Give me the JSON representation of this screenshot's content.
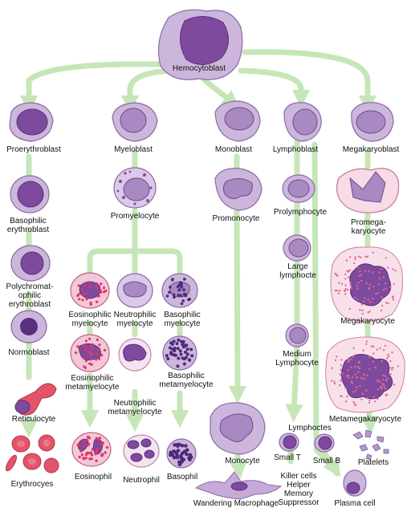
{
  "colors": {
    "arrow": "#c6e6b8",
    "cell_light": "#cdb6dc",
    "cell_edge": "#8a6aa6",
    "nucleus": "#7d4a9e",
    "nucleus_edge": "#5a2f7c",
    "nucleus_pale": "#a989c2",
    "eosin_granule": "#e2356b",
    "baso_granule": "#4c2a7a",
    "erythrocyte": "#e2546a",
    "megakaryocyte_granule": "#e36b92"
  },
  "labels": {
    "hemocytoblast": "Hemocytoblast",
    "proerythroblast": "Proerythroblast",
    "myeloblast": "Myeloblast",
    "monoblast": "Monoblast",
    "lymphoblast": "Lymphoblast",
    "megakaryoblast": "Megakaryoblast",
    "basophilic_erythroblast": "Basophilic\nerythroblast",
    "promyelocyte": "Promyelocyte",
    "promonocyte": "Promonocyte",
    "prolymphocyte": "Prolymphocyte",
    "promegakaryocyte": "Promega-\nkaryocyte",
    "polychromatophilic_erythroblast": "Polychromat-\nophilic\nerythroblast",
    "large_lymphocyte": "Large\nlymphocte",
    "megakaryocyte": "Megakaryocyte",
    "eosinophilic_myelocyte": "Eosinophilic\nmyelocyte",
    "neutrophilic_myelocyte": "Neutrophilic\nmyelocyte",
    "basophilic_myelocyte": "Basophilic\nmyelocyte",
    "normoblast": "Normoblast",
    "medium_lymphocyte": "Medium\nLymphocyte",
    "eosinophilic_metamyelocyte": "Eosinophilic\nmetamyelocyte",
    "basophilic_metamyelocyte": "Basophilic\nmetamyelocyte",
    "neutrophilic_metamyelocyte": "Neutrophilic\nmetamyelocyte",
    "reticulocyte": "Reticulocyte",
    "metamegakaryocyte": "Metamegakaryocyte",
    "lymphocytes": "Lymphoctes",
    "monocyte": "Monocyte",
    "small_t": "Small T",
    "small_b": "Small B",
    "platelets": "Platelets",
    "erythrocytes": "Erythrocyes",
    "eosinophil": "Eosinophil",
    "neutrophil": "Neutrophil",
    "basophil": "Basophil",
    "t_cell_types": "Killer cells\nHelper\nMemory\nSuppressor",
    "wandering_macrophage": "Wandering Macrophage",
    "plasma_cell": "Plasma cell"
  }
}
